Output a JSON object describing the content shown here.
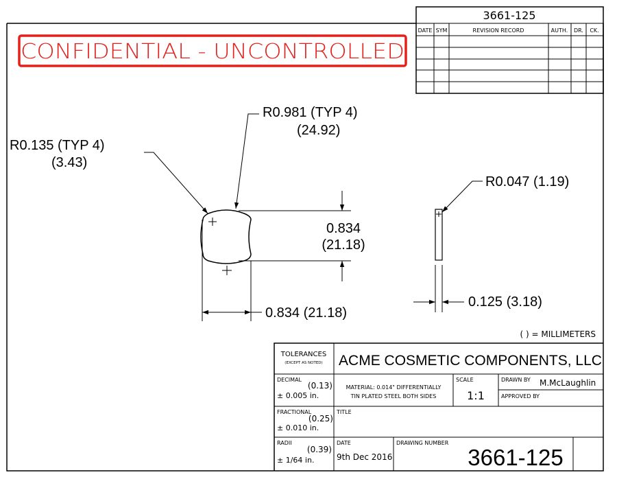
{
  "revision_block": {
    "drawing_number": "3661-125",
    "headers": [
      "DATE",
      "SYM",
      "REVISION RECORD",
      "AUTH.",
      "DR.",
      "CK."
    ]
  },
  "banner": {
    "text": "CONFIDENTIAL - UNCONTROLLED",
    "color": "#e3201b"
  },
  "dimensions": {
    "corner_radius_small": "R0.135 (TYP 4)",
    "corner_radius_small_mm": "(3.43)",
    "side_radius": "R0.981 (TYP 4)",
    "side_radius_mm": "(24.92)",
    "height": "0.834",
    "height_mm": "(21.18)",
    "width": "0.834 (21.18)",
    "edge_radius": "R0.047 (1.19)",
    "thickness": "0.125 (3.18)"
  },
  "units_note": "( ) = MILLIMETERS",
  "title_block": {
    "company": "ACME COSMETIC COMPONENTS, LLC",
    "tolerances_label": "TOLERANCES",
    "tolerances_sub": "(EXCEPT AS NOTED)",
    "decimal_label": "DECIMAL",
    "decimal_mm": "(0.13)",
    "decimal_value": "± 0.005 in.",
    "fractional_label": "FRACTIONAL",
    "fractional_mm": "(0.25)",
    "fractional_value": "± 0.010 in.",
    "radii_label": "RADII",
    "radii_mm": "(0.39)",
    "radii_value": "± 1/64 in.",
    "material_line1": "MATERIAL: 0.014\" DIFFERENTIALLY",
    "material_line2": "TIN PLATED STEEL BOTH SIDES",
    "scale_label": "SCALE",
    "scale_value": "1:1",
    "drawn_by_label": "DRAWN BY",
    "drawn_by_value": "M.McLaughlin",
    "approved_by_label": "APPROVED BY",
    "title_label": "TITLE",
    "date_label": "DATE",
    "date_value": "9th Dec 2016",
    "drawing_number_label": "DRAWING NUMBER",
    "drawing_number": "3661-125"
  }
}
